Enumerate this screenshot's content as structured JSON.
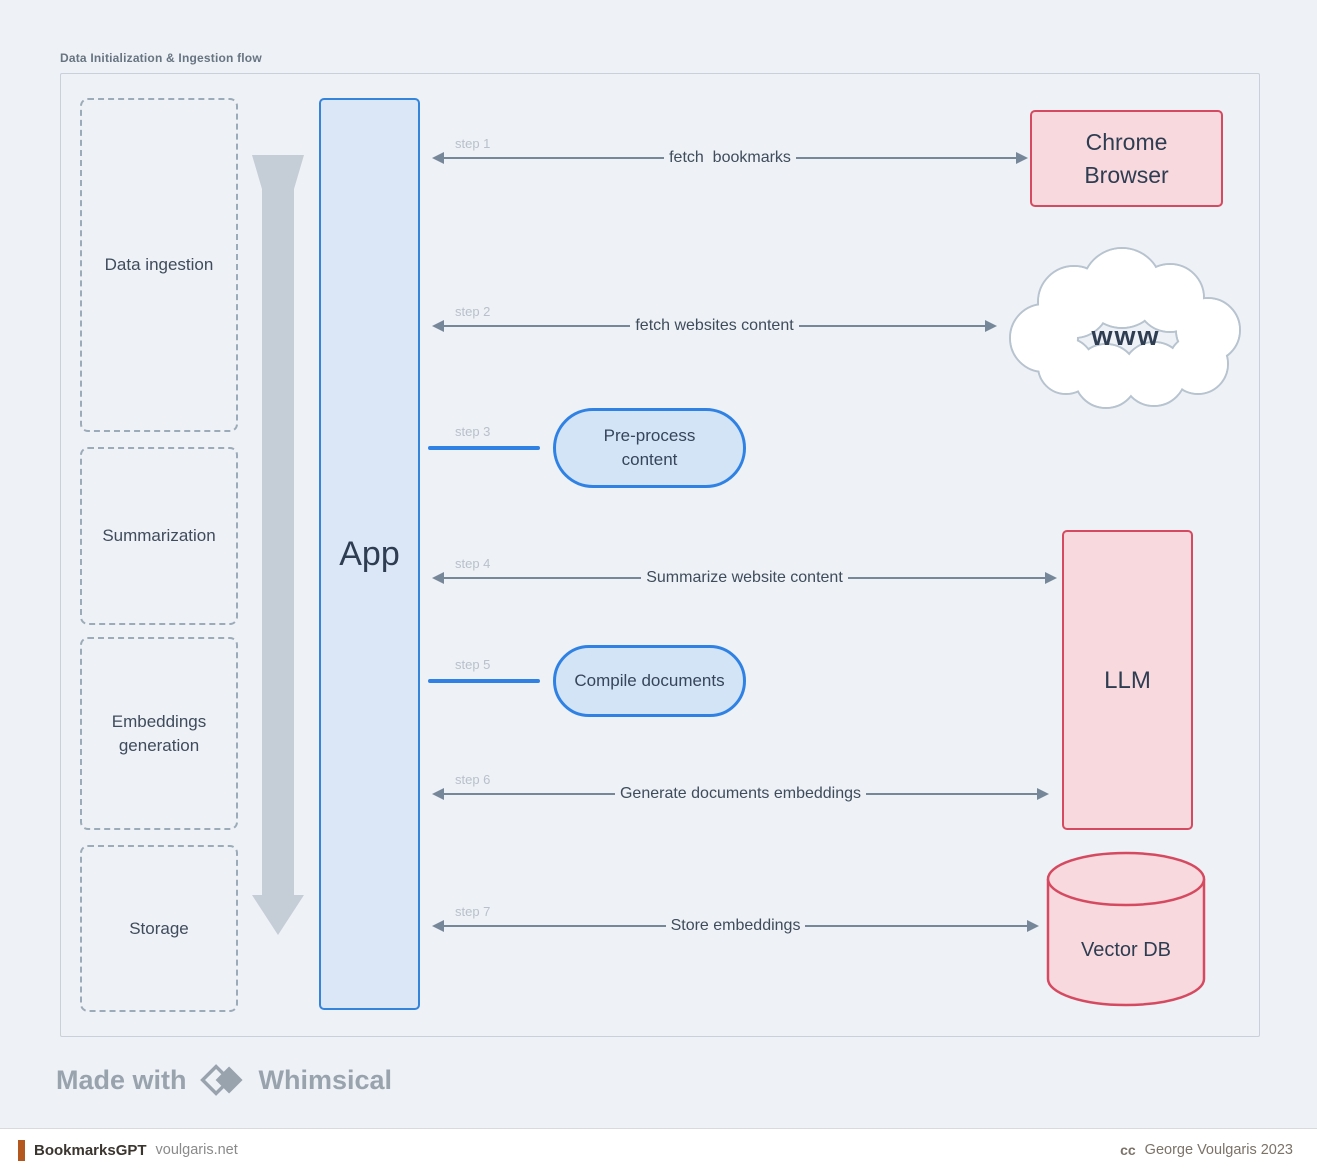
{
  "diagram": {
    "title": "Data Initialization & Ingestion flow",
    "phases": [
      {
        "label": "Data ingestion"
      },
      {
        "label": "Summarization"
      },
      {
        "label": "Embeddings generation"
      },
      {
        "label": "Storage"
      }
    ],
    "app": {
      "label": "App"
    },
    "steps": [
      {
        "id": "step 1",
        "label": "fetch  bookmarks"
      },
      {
        "id": "step 2",
        "label": "fetch websites content"
      },
      {
        "id": "step 3",
        "label": ""
      },
      {
        "id": "step 4",
        "label": "Summarize website content"
      },
      {
        "id": "step 5",
        "label": ""
      },
      {
        "id": "step 6",
        "label": "Generate documents embeddings"
      },
      {
        "id": "step 7",
        "label": "Store embeddings"
      }
    ],
    "nodes": {
      "chrome_browser": {
        "line1": "Chrome",
        "line2": "Browser"
      },
      "www_cloud": {
        "label": "www"
      },
      "preprocess": {
        "line1": "Pre-process",
        "line2": "content"
      },
      "llm": {
        "label": "LLM"
      },
      "compile_documents": {
        "label": "Compile documents"
      },
      "vector_db": {
        "label": "Vector DB"
      }
    },
    "colors": {
      "background": "#eef1f5",
      "blue_accent": "#2f82e4",
      "blue_fill": "#dbe7f6",
      "pink_fill": "#f8d9de",
      "pink_border": "#d54a60",
      "arrow_gray": "#76879a",
      "step_tag_gray": "#b8c1cb",
      "big_arrow_gray": "#c5cdd6"
    }
  },
  "watermark": {
    "prefix": "Made with",
    "brand": "Whimsical"
  },
  "footer": {
    "site_name": "BookmarksGPT",
    "site_domain": "voulgaris.net",
    "license_mark": "cc",
    "credit": "George Voulgaris 2023"
  }
}
